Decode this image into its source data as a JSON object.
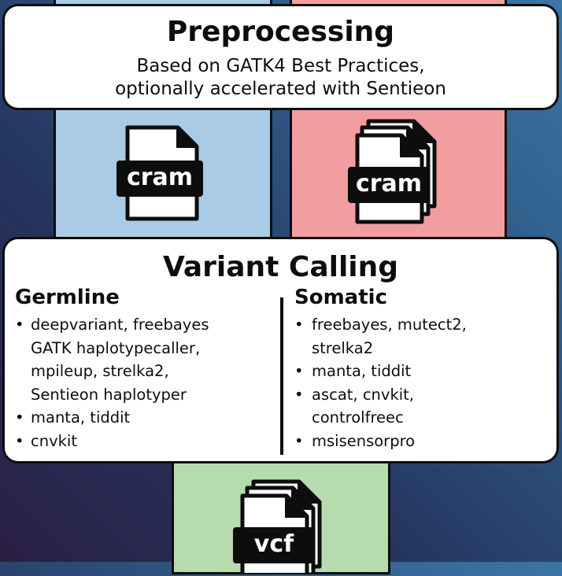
{
  "preprocessing": {
    "title": "Preprocessing",
    "line1": "Based on GATK4 Best Practices,",
    "line2": "optionally accelerated with Sentieon"
  },
  "files": {
    "cram_single": "cram",
    "cram_multi": "cram",
    "vcf": "vcf"
  },
  "variant_calling": {
    "title": "Variant Calling",
    "germline": {
      "heading": "Germline",
      "items": [
        "deepvariant, freebayes GATK haplotypecaller, mpileup, strelka2, Sentieon haplotyper",
        "manta, tiddit",
        "cnvkit"
      ],
      "item0_lines": [
        "deepvariant, freebayes",
        "GATK haplotypecaller,",
        "mpileup, strelka2,",
        "Sentieon haplotyper"
      ]
    },
    "somatic": {
      "heading": "Somatic",
      "items": [
        "freebayes, mutect2, strelka2",
        "manta, tiddit",
        "ascat, cnvkit, controlfreec",
        "msisensorpro"
      ],
      "item0_lines": [
        " freebayes, mutect2,",
        "strelka2"
      ],
      "item2_lines": [
        "ascat, cnvkit,",
        "controlfreec"
      ]
    }
  },
  "colors": {
    "blue_column": "#a9cbe6",
    "red_column": "#f29ea0",
    "green_column": "#b5dbaf"
  },
  "icons": [
    "file-icon",
    "stacked-files-icon"
  ]
}
